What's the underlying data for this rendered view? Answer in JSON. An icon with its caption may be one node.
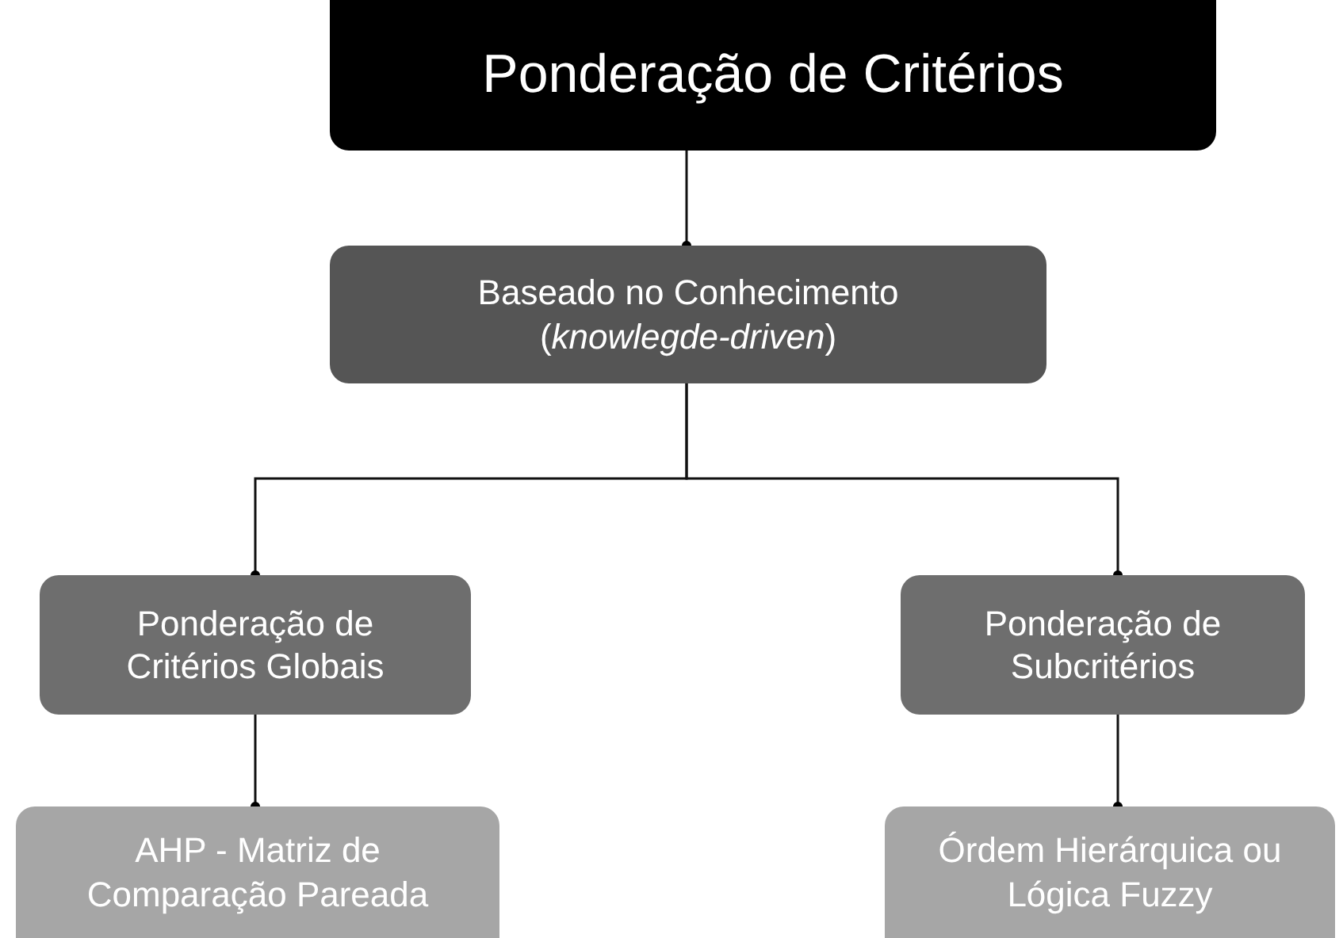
{
  "diagram": {
    "nodes": [
      {
        "text": [
          "Ponderação de Critérios"
        ]
      },
      {
        "text": [
          "Baseado no Conhecimento",
          "(*knowlegde-driven*)"
        ]
      },
      {
        "text": [
          "Ponderação de Critérios Globais"
        ]
      },
      {
        "text": [
          "Ponderação de Subcritérios"
        ]
      },
      {
        "text": [
          "AHP - Matriz de Comparação Pareada"
        ]
      },
      {
        "text": [
          "Órdem Hierárquica ou Lógica Fuzzy"
        ]
      }
    ],
    "edges": [
      {
        "from": 0,
        "to": 1,
        "arrow": "other"
      },
      {
        "from": 1,
        "to": 2,
        "arrow": "other"
      },
      {
        "from": 1,
        "to": 3,
        "arrow": "other"
      },
      {
        "from": 2,
        "to": 4,
        "arrow": "other"
      },
      {
        "from": 3,
        "to": 5,
        "arrow": "other"
      }
    ]
  }
}
